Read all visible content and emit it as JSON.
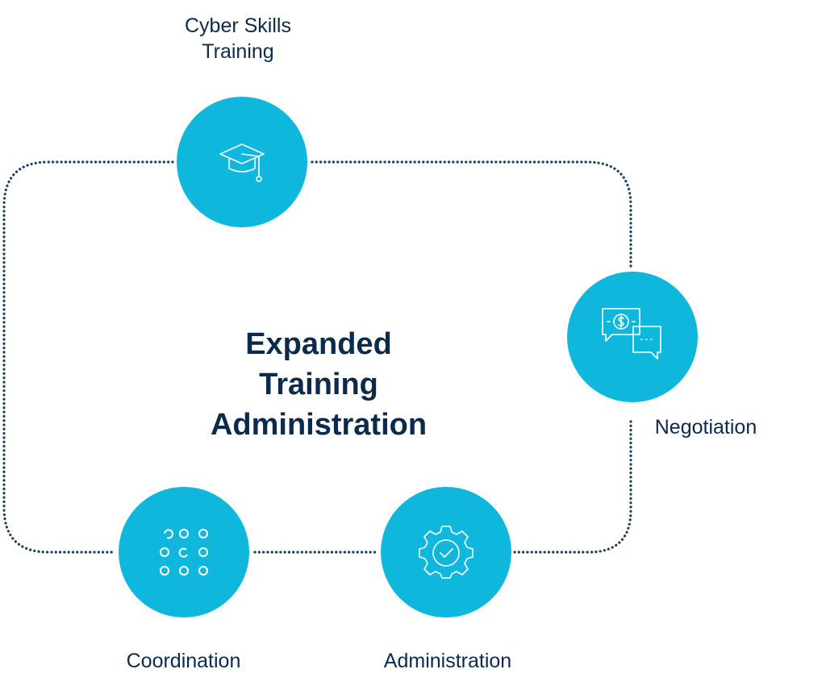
{
  "diagram": {
    "center_title": {
      "line1": "Expanded",
      "line2": "Training",
      "line3": "Administration"
    },
    "nodes": {
      "training": {
        "label_line1": "Cyber Skills",
        "label_line2": "Training",
        "icon": "graduation-cap-icon"
      },
      "negotiation": {
        "label": "Negotiation",
        "icon": "negotiation-chat-dollar-icon"
      },
      "administration": {
        "label": "Administration",
        "icon": "gear-check-icon"
      },
      "coordination": {
        "label": "Coordination",
        "icon": "dot-grid-icon"
      }
    },
    "colors": {
      "node_fill": "#0FB7DC",
      "text": "#0C2B4C",
      "connector": "#1D3E63",
      "icon_stroke": "#FFFFFF"
    }
  }
}
